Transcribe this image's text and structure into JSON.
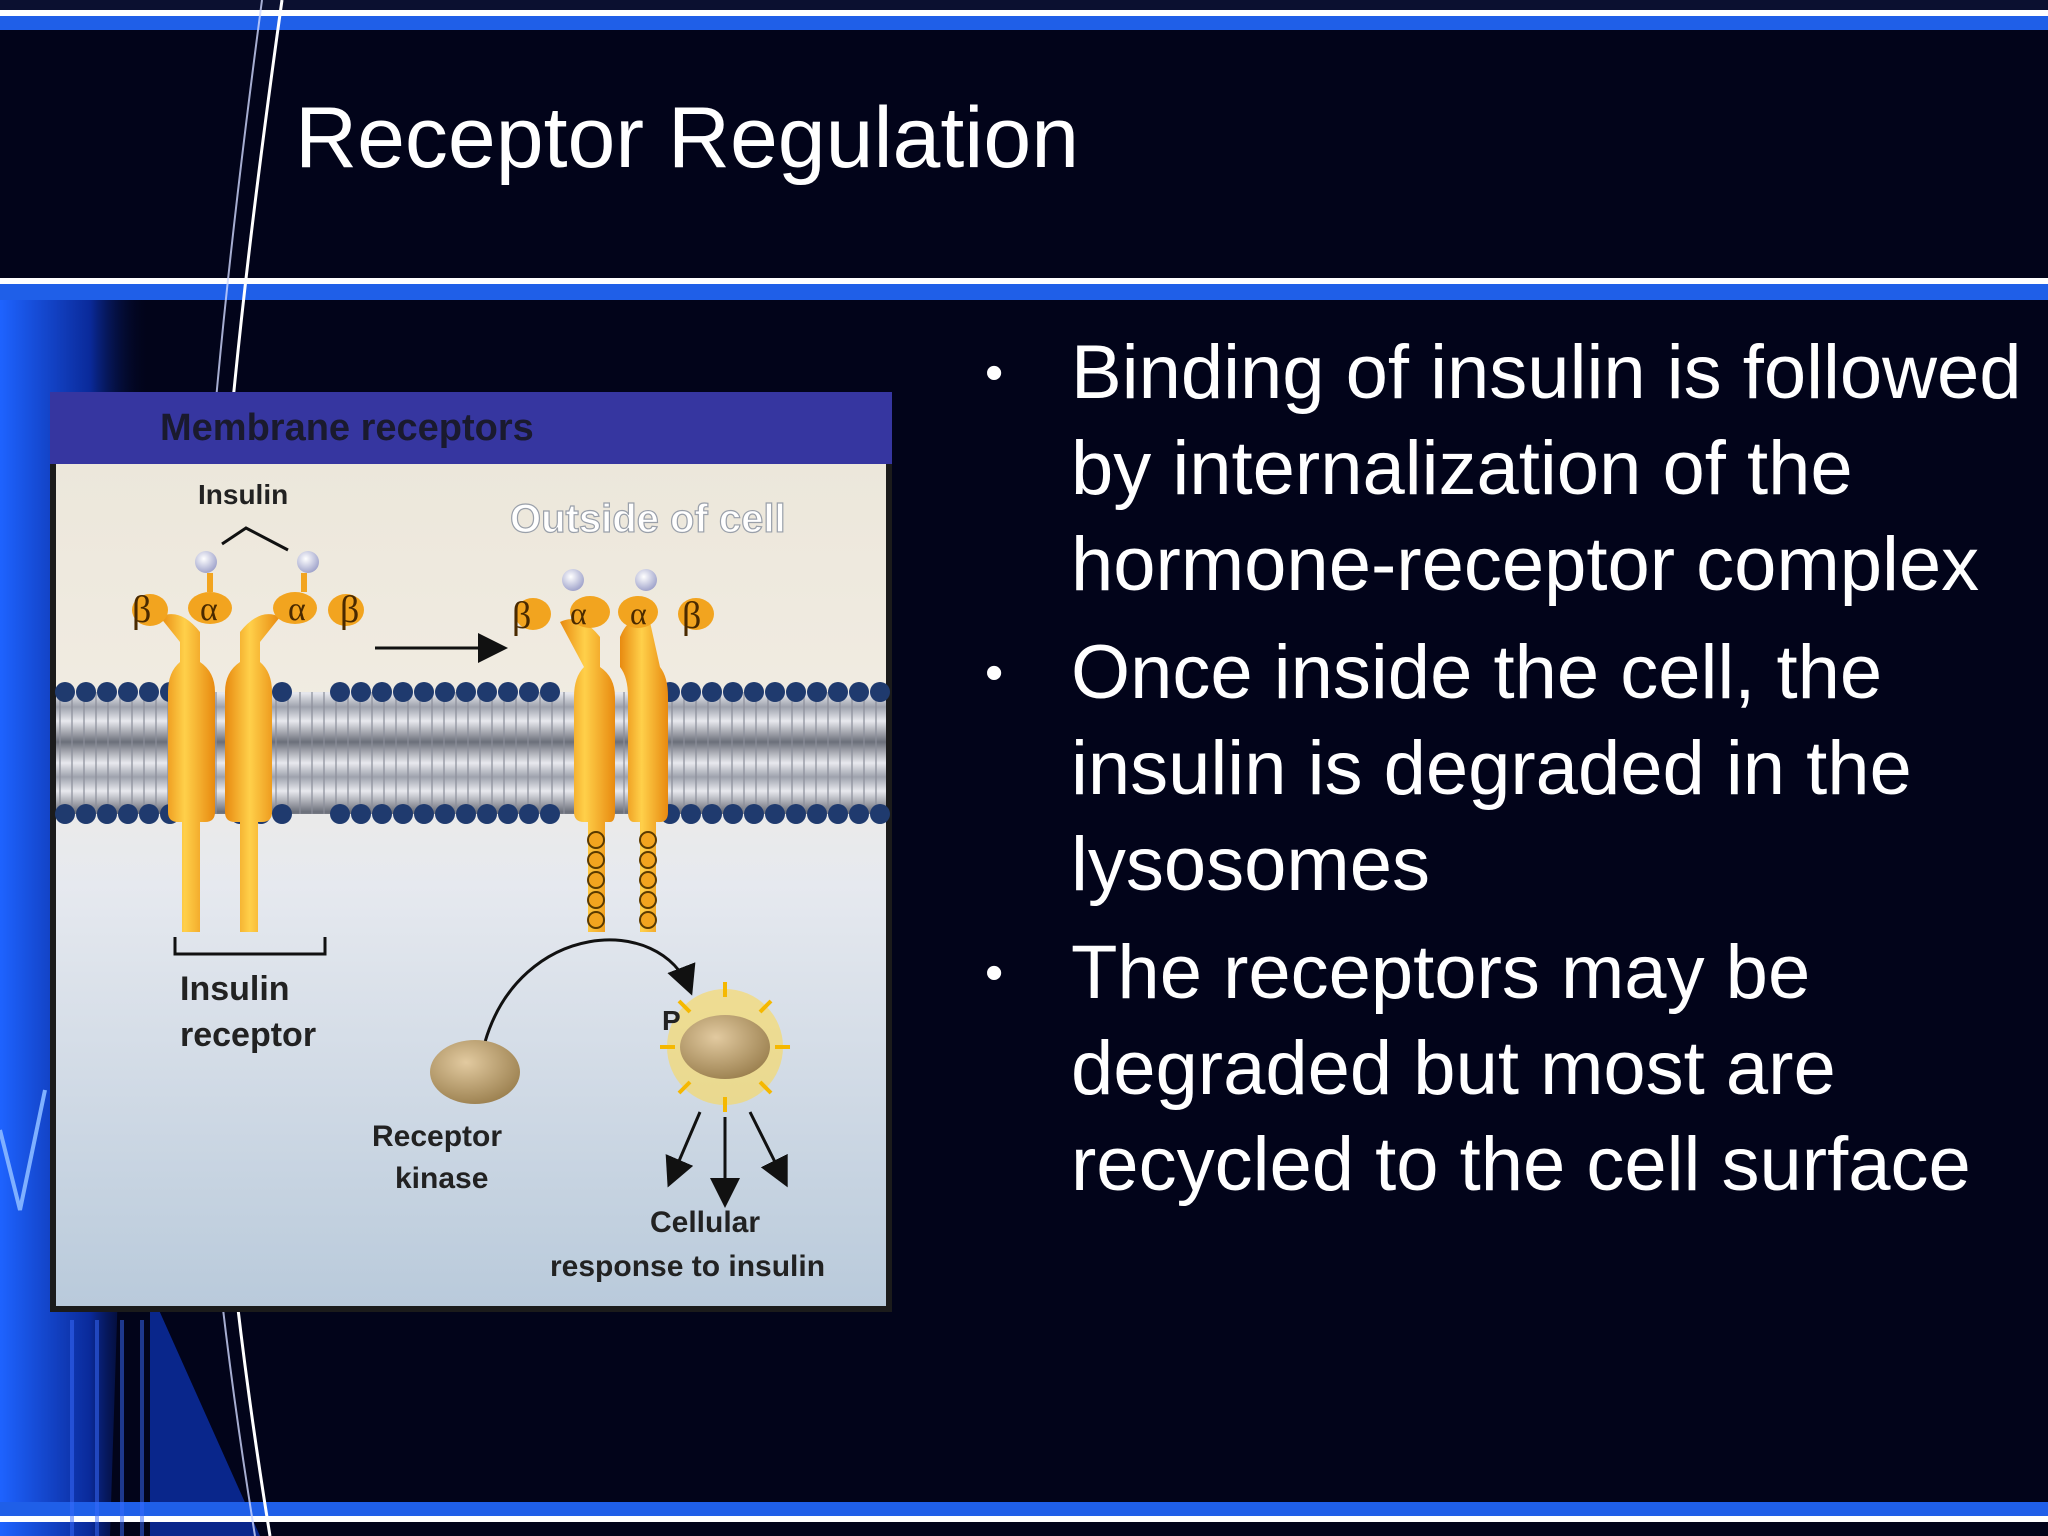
{
  "slide": {
    "title": "Receptor Regulation",
    "bullets": [
      "Binding of insulin is followed by internalization of the hormone-receptor complex",
      "Once inside the cell, the insulin is degraded in the lysosomes",
      "The receptors may be degraded but most are recycled to the cell surface"
    ],
    "bullet_glyph": "•"
  },
  "figure": {
    "header": "Membrane receptors",
    "outside_label": "Outside of cell",
    "insulin_label": "Insulin",
    "receptor_label_1": "Insulin",
    "receptor_label_2": "receptor",
    "kinase_label_1": "Receptor",
    "kinase_label_2": "kinase",
    "response_label_1": "Cellular",
    "response_label_2": "response to insulin",
    "beta": "β",
    "alpha": "α",
    "p": "P",
    "colors": {
      "header_bg": "#3636a0",
      "receptor": "#f2a41f",
      "background": "#02041a",
      "accent_line": "#1f5fe8"
    }
  }
}
